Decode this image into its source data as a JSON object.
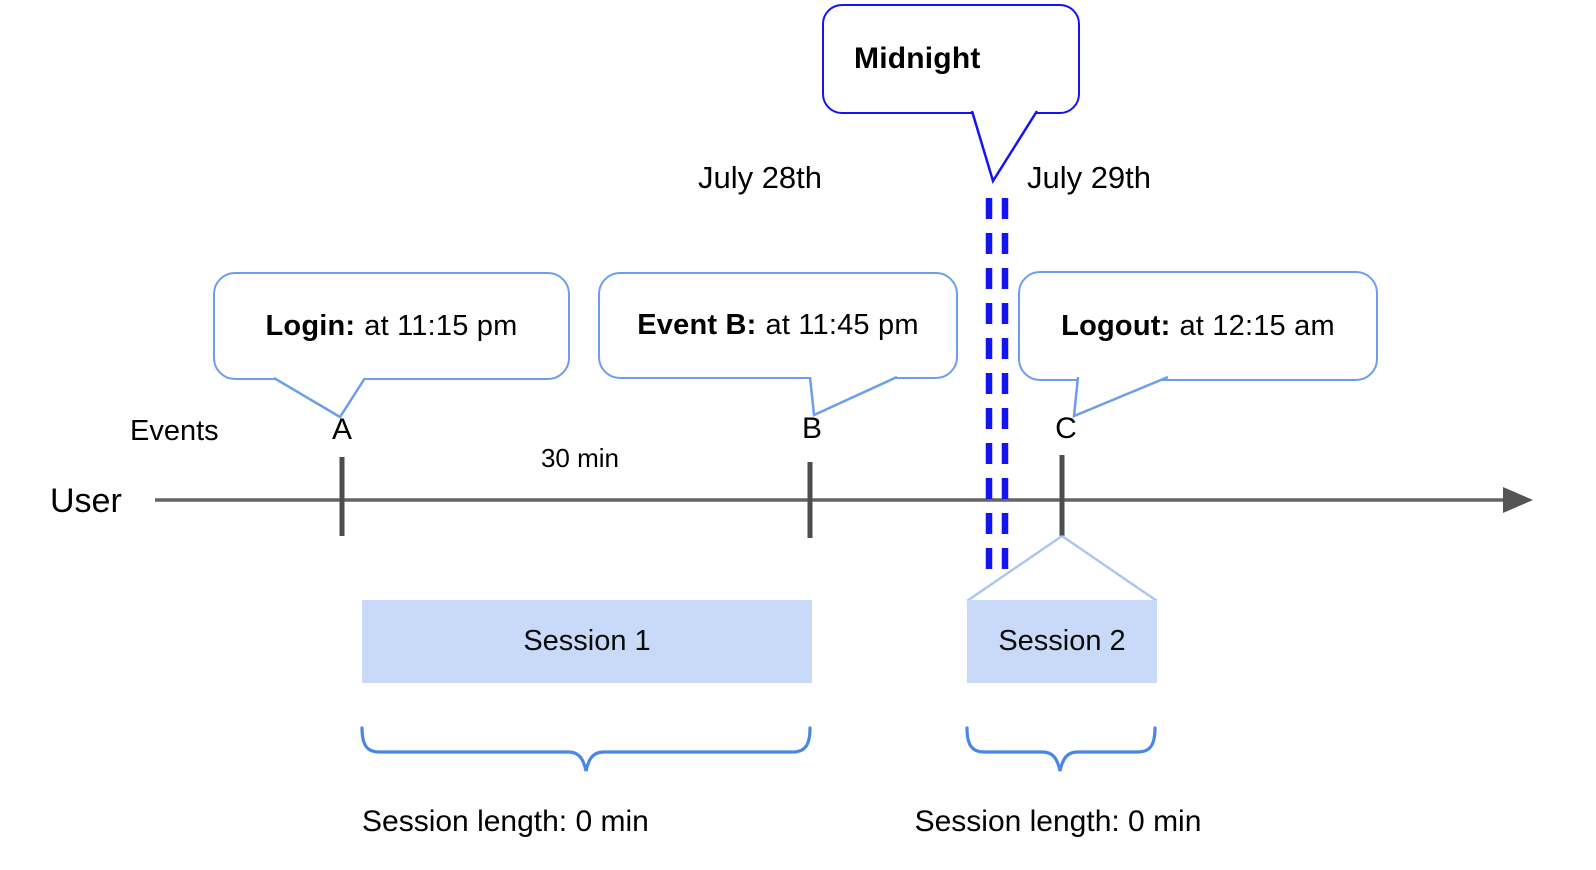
{
  "title_annotations": {
    "midnight_label": "Midnight",
    "date_left": "July 28th",
    "date_right": "July 29th"
  },
  "axis": {
    "events_label": "Events",
    "user_label": "User",
    "interval_label": "30 min"
  },
  "events": [
    {
      "id": "A",
      "bubble_title": "Login:",
      "bubble_time": "at 11:15 pm"
    },
    {
      "id": "B",
      "bubble_title": "Event B:",
      "bubble_time": "at 11:45 pm"
    },
    {
      "id": "C",
      "bubble_title": "Logout:",
      "bubble_time": "at 12:15 am"
    }
  ],
  "sessions": [
    {
      "name": "Session 1",
      "length_label": "Session length: 0 min"
    },
    {
      "name": "Session 2",
      "length_label": "Session length: 0 min"
    }
  ],
  "colors": {
    "strong_blue": "#1414f0",
    "bubble_border_blue": "#6d9eeb",
    "brace_blue": "#4a86e8",
    "flare_blue": "#adc6f0",
    "session_fill": "#c9daf8",
    "axis_gray": "#636363",
    "tick_gray": "#4d4d4d"
  }
}
